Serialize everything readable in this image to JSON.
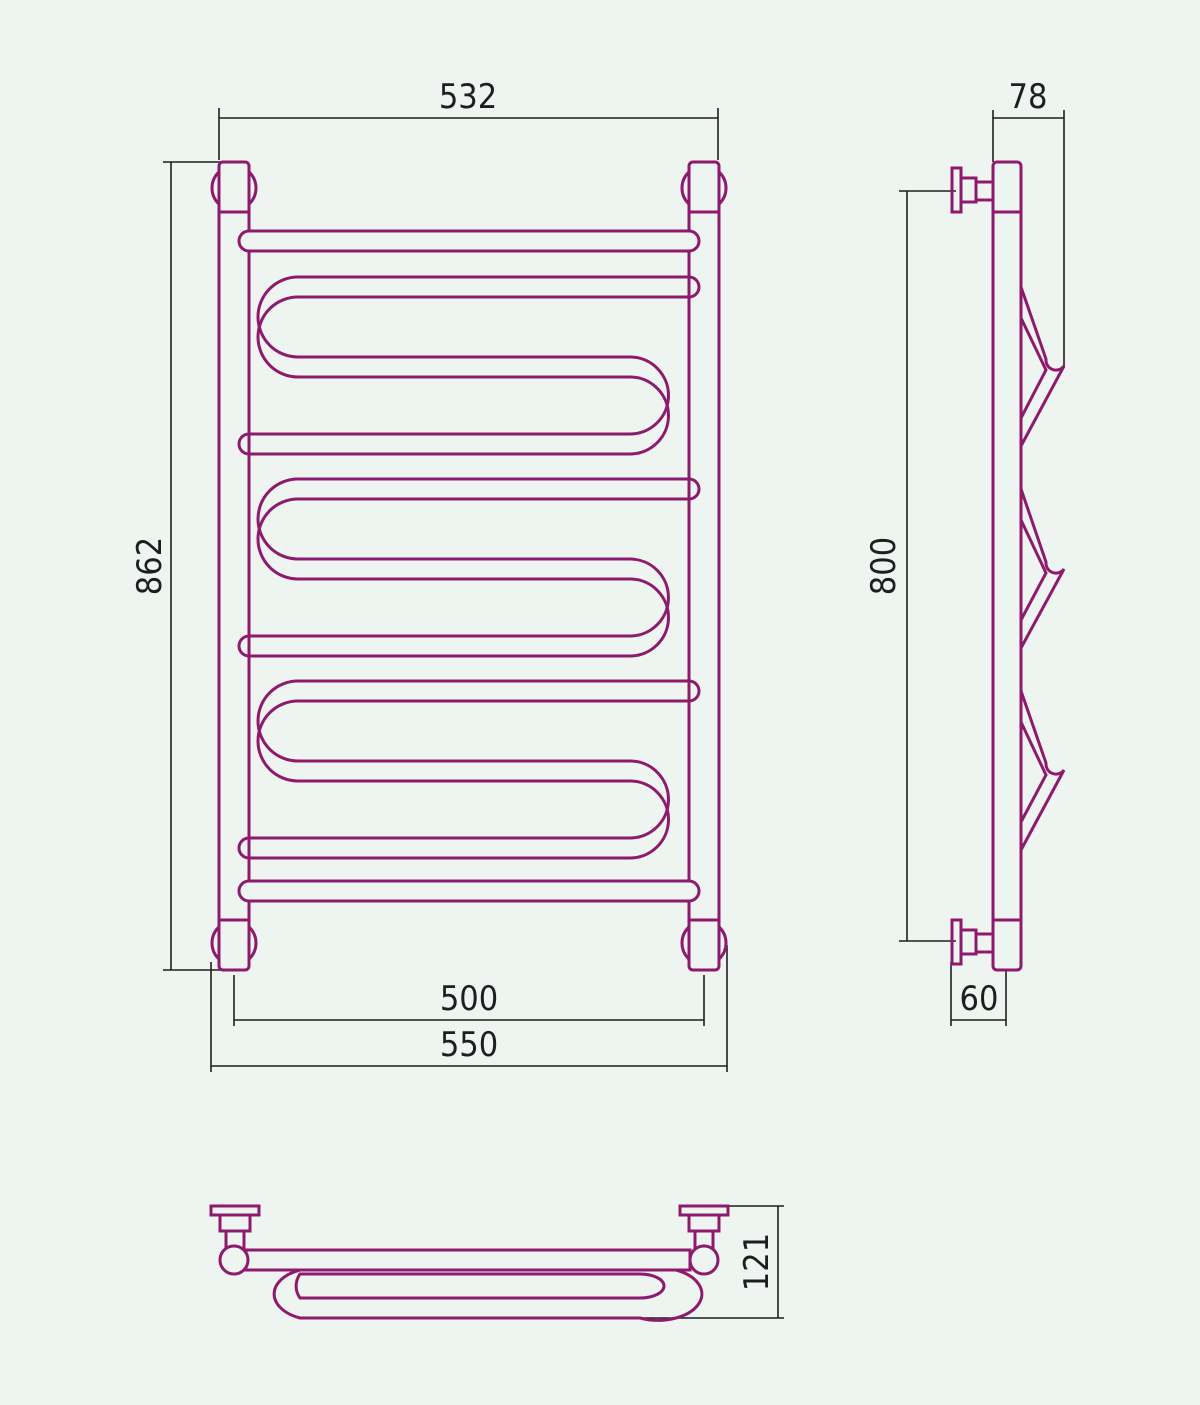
{
  "colors": {
    "background": "#eef4f0",
    "pipe": "#8e1a6e",
    "dimension": "#1e1e1e"
  },
  "dimensions": {
    "top_width": "532",
    "total_height": "862",
    "mount_spacing": "500",
    "total_width": "550",
    "depth": "78",
    "mount_height": "800",
    "wall_offset": "60",
    "bottom_depth": "121"
  },
  "drawing": {
    "views": [
      "front",
      "side",
      "bottom"
    ],
    "serpentine_loops": 3
  }
}
